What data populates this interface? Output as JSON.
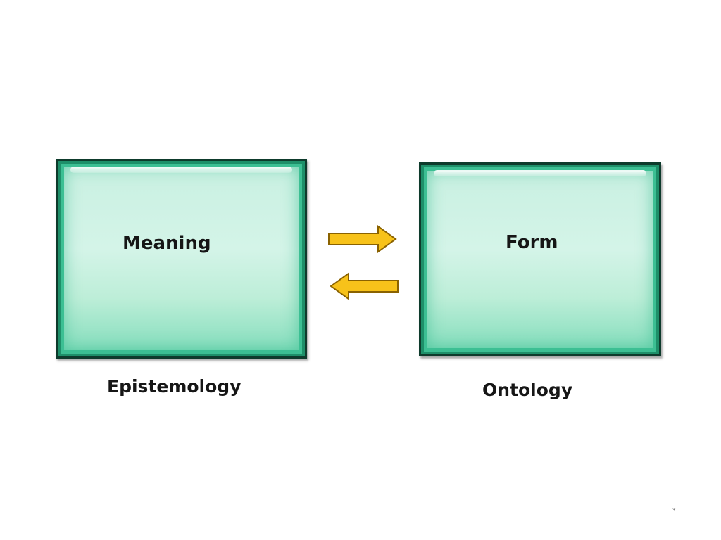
{
  "diagram": {
    "left_box": {
      "label": "Meaning",
      "caption": "Epistemology"
    },
    "right_box": {
      "label": "Form",
      "caption": "Ontology"
    },
    "arrows": [
      {
        "direction": "right",
        "from": "Meaning",
        "to": "Form"
      },
      {
        "direction": "left",
        "from": "Form",
        "to": "Meaning"
      }
    ],
    "slide_mark": "*"
  },
  "colors": {
    "box_fill": "#c8f0e1",
    "box_border": "#0e3b2c",
    "box_edge": "#3cbf93",
    "arrow_fill": "#f7c21a",
    "arrow_stroke": "#8a6200",
    "text": "#161616"
  }
}
